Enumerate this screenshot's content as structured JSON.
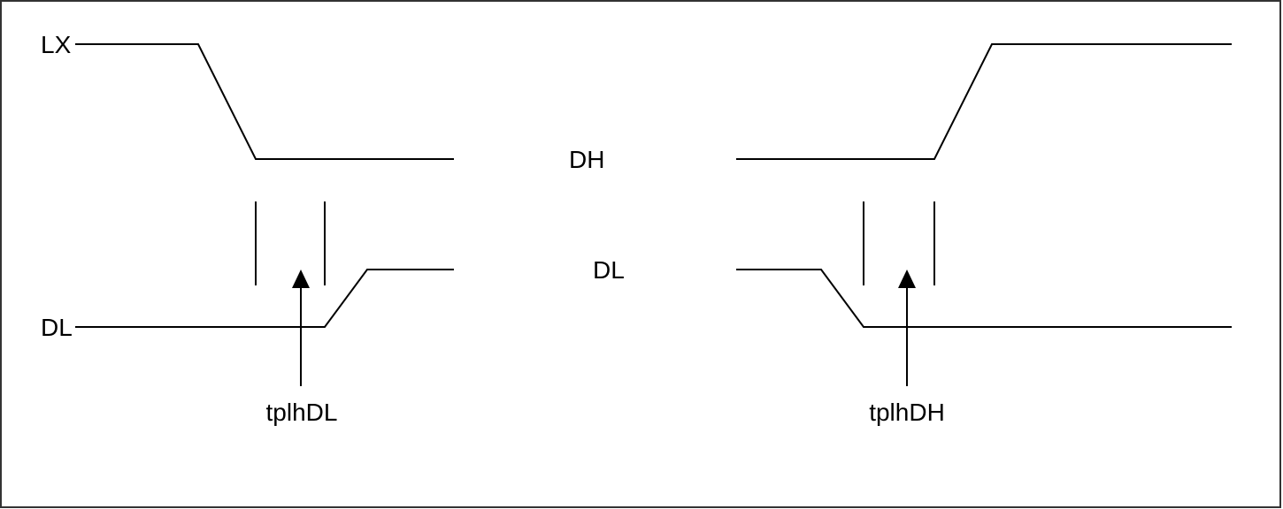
{
  "colors": {
    "line": "#000000",
    "frame": "#333333",
    "background": "#ffffff"
  },
  "labels": {
    "lx": "LX",
    "dl_left": "DL",
    "dh_center": "DH",
    "dl_center": "DL",
    "tplh_dl": "tplhDL",
    "tplh_dh": "tplhDH"
  }
}
